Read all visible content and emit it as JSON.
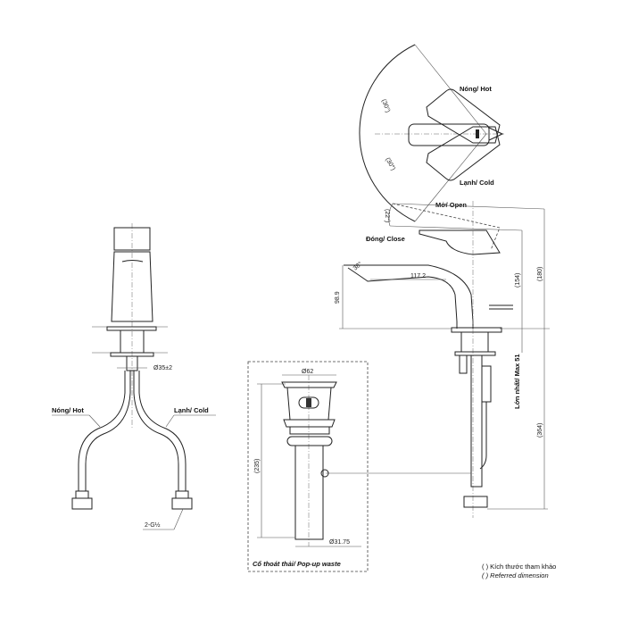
{
  "top_view": {
    "hot_label": "Nóng/ Hot",
    "cold_label": "Lạnh/ Cold",
    "angle_hot": "(30°)",
    "angle_cold": "(30°)"
  },
  "side_view": {
    "open_label": "Mở/ Open",
    "close_label": "Đóng/ Close",
    "lever_angle": "(22°)",
    "spout_angle": "38°",
    "dim_spout_reach": "117.2",
    "dim_spout_height": "98.9",
    "dim_body_height": "(154)",
    "dim_total_height": "(180)",
    "dim_below_deck": "(364)",
    "dim_max_deck": "Lớn nhất/ Max 51"
  },
  "front_view": {
    "hot_label": "Nóng/ Hot",
    "cold_label": "Lạnh/ Cold",
    "dim_hole": "Ø35±2",
    "connector": "2-G½"
  },
  "popup_waste": {
    "dim_top": "Ø62",
    "dim_height": "(235)",
    "dim_bottom": "Ø31.75",
    "title": "Cổ thoát thải/ Pop-up waste"
  },
  "notes": {
    "line1": "( ) Kích thước tham khảo",
    "line2": "( ) Referred dimension"
  }
}
